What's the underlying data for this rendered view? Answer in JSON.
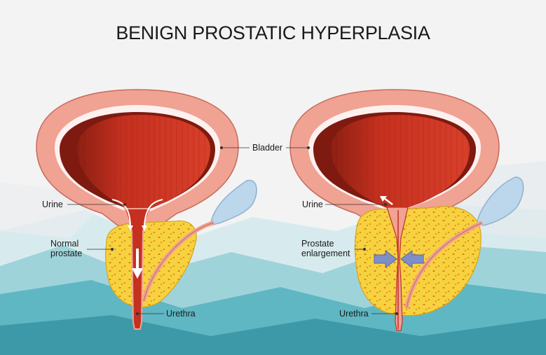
{
  "title": "BENIGN PROSTATIC HYPERPLASIA",
  "labels": {
    "bladder": "Bladder",
    "urine_left": "Urine",
    "urine_right": "Urine",
    "normal_prostate_line1": "Normal",
    "normal_prostate_line2": "prostate",
    "prostate_enlargement_line1": "Prostate",
    "prostate_enlargement_line2": "enlargement",
    "urethra_left": "Urethra",
    "urethra_right": "Urethra"
  },
  "colors": {
    "bladder_wall": "#f0a293",
    "bladder_muscle": "#c7301f",
    "bladder_dark": "#7e1a10",
    "prostate": "#f6d23f",
    "prostate_dots": "#e07b17",
    "seminal_vesicle": "#bcd6ec",
    "compression_arrows": "#7e8fc8",
    "background_teal": "#4fb0bd"
  }
}
